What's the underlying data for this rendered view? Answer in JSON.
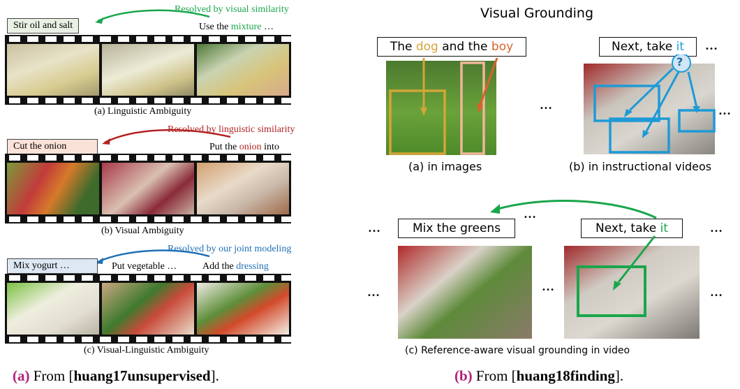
{
  "left": {
    "panel_a": {
      "resolve_text": "Resolved by visual similarity",
      "resolve_color": "#1aa64b",
      "box_text": "Stir oil and salt",
      "box_fill": "#e8f1e3",
      "sentence_prefix": "Use the ",
      "sentence_word": "mixture",
      "sentence_suffix": " …",
      "caption": "(a) Linguistic Ambiguity"
    },
    "panel_b": {
      "resolve_text": "Resolved by linguistic similarity",
      "resolve_color": "#b22222",
      "box_text": "Cut the onion",
      "box_fill": "#fbe2d9",
      "sentence_prefix": "Put the ",
      "sentence_word": "onion",
      "sentence_suffix": " into",
      "caption": "(b) Visual Ambiguity"
    },
    "panel_c": {
      "resolve_text": "Resolved by our joint modeling",
      "resolve_color": "#1f6fb5",
      "box_text": "Mix yogurt …",
      "box_fill": "#dde8f4",
      "middle_text": "Put vegetable …",
      "sentence_prefix": "Add the ",
      "sentence_word": "dressing",
      "caption": "(c) Visual-Linguistic Ambiguity"
    }
  },
  "right": {
    "title": "Visual Grounding",
    "a": {
      "phrase_parts": [
        "The ",
        "dog",
        " and the ",
        "boy"
      ],
      "dog_color": "#d4a537",
      "boy_color": "#d9622b",
      "caption": "(a) in images"
    },
    "b": {
      "phrase_prefix": "Next, take ",
      "phrase_word": "it",
      "word_color": "#1e9ad6",
      "question_mark": "?",
      "caption": "(b) in instructional videos"
    },
    "c": {
      "box_left": "Mix the greens",
      "phrase_prefix": "Next, take ",
      "phrase_word": "it",
      "word_color": "#1aa64b",
      "caption": "(c) Reference-aware visual grounding in video"
    },
    "ellipsis": "…"
  },
  "subcaptions": {
    "a_label": "(a)",
    "a_text": " From [",
    "a_ref": "huang17unsupervised",
    "a_end": "].",
    "b_label": "(b)",
    "b_text": " From [",
    "b_ref": "huang18finding",
    "b_end": "].",
    "label_color": "#b0207a"
  }
}
